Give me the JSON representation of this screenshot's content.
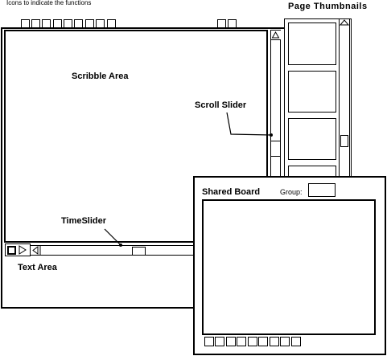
{
  "labels": {
    "icons_caption": "Icons to indicate the functions",
    "page_thumbnails": "Page Thumbnails",
    "scribble_area": "Scribble Area",
    "scroll_slider": "Scroll Slider",
    "time_slider": "TimeSlider",
    "text_area": "Text Area",
    "shared_board": "Shared Board",
    "group": "Group:"
  },
  "function_icons": {
    "left_group": [
      "function-icon-1",
      "function-icon-2",
      "function-icon-3",
      "function-icon-4",
      "function-icon-5",
      "function-icon-6",
      "function-icon-7",
      "function-icon-8",
      "function-icon-9"
    ],
    "right_group": [
      "function-icon-10",
      "function-icon-11"
    ]
  },
  "page_thumbnails": [
    "thumbnail-1",
    "thumbnail-2",
    "thumbnail-3",
    "thumbnail-4"
  ],
  "shared_board_icons": [
    "board-icon-1",
    "board-icon-2",
    "board-icon-3",
    "board-icon-4",
    "board-icon-5",
    "board-icon-6",
    "board-icon-7",
    "board-icon-8",
    "board-icon-9"
  ]
}
